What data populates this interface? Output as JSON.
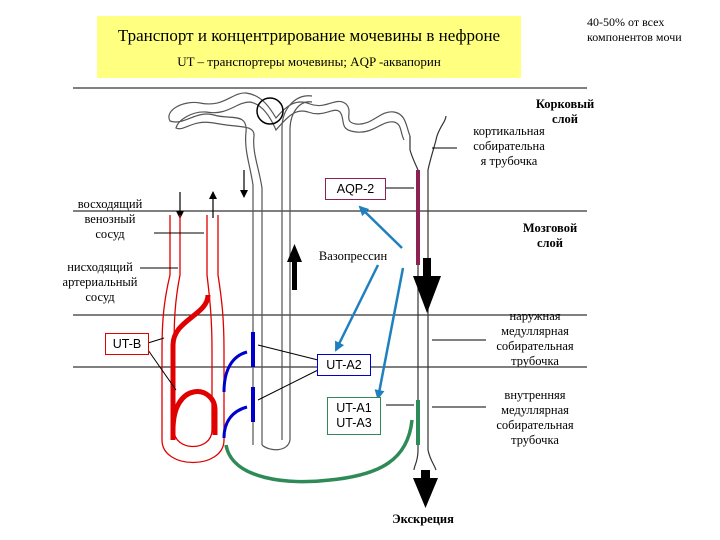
{
  "title": {
    "main": "Транспорт и концентрирование мочевины в нефроне",
    "subtitle": "UT – транспортеры мочевины; AQP -аквапорин"
  },
  "note": {
    "line1": "40-50% от всех",
    "line2": "компонентов мочи"
  },
  "zones": {
    "cortex": {
      "line1": "Корковый",
      "line2": "слой"
    },
    "medulla": {
      "line1": "Мозговой",
      "line2": "слой"
    }
  },
  "labels": {
    "cortical_duct": {
      "line1": "кортикальная",
      "line2": "собиратель­на",
      "line3": "я трубочка"
    },
    "ascending_vessel": {
      "line1": "восходящий",
      "line2": "венозный",
      "line3": "сосуд"
    },
    "descending_vessel": {
      "line1": "нисходящий",
      "line2": "артериальный",
      "line3": "сосуд"
    },
    "outer_duct": {
      "line1": "наружная",
      "line2": "медуллярная",
      "line3": "собирательная",
      "line4": "трубочка"
    },
    "inner_duct": {
      "line1": "внутренняя",
      "line2": "медуллярная",
      "line3": "собирательная",
      "line4": "трубочка"
    },
    "vasopressin": "Вазопрессин",
    "excretion": "Экскреция"
  },
  "transporters": {
    "aqp2": "AQP-2",
    "utb": "UT-B",
    "uta2": "UT-A2",
    "uta1": "UT-A1",
    "uta3": "UT-A3"
  },
  "colors": {
    "title_bg": "#ffff80",
    "aqp2_segment": "#8b2252",
    "vasa_recta": "#e00000",
    "ut_a2": "#0000cc",
    "ut_a1_a3": "#2e8b57",
    "vasopressin_arrow": "#1f7fbf"
  }
}
